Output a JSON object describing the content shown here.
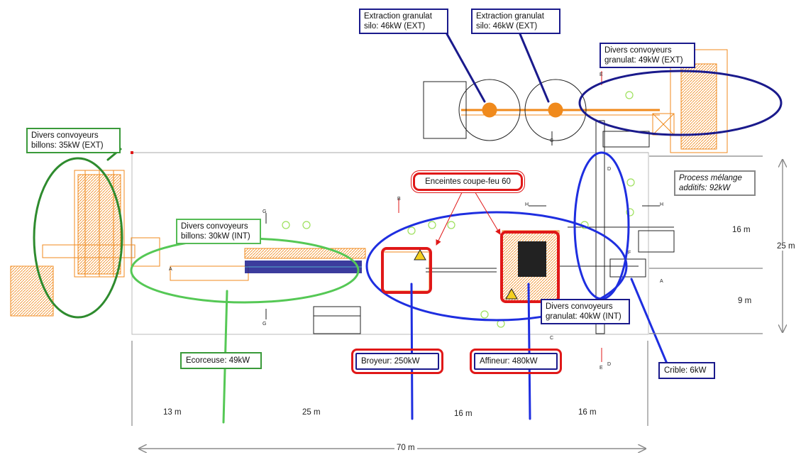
{
  "labels": {
    "extraction_1": [
      "Extraction granulat",
      "silo: 46kW (EXT)"
    ],
    "extraction_2": [
      "Extraction granulat",
      "silo: 46kW (EXT)"
    ],
    "conv_granulat_ext": [
      "Divers convoyeurs",
      "granulat: 49kW (EXT)"
    ],
    "conv_billons_ext": [
      "Divers convoyeurs",
      "billons: 35kW (EXT)"
    ],
    "process_melange": [
      "Process mélange",
      "additifs:  92kW"
    ],
    "enceintes": "Enceintes coupe-feu 60",
    "conv_billons_int": [
      "Divers convoyeurs",
      "billons: 30kW (INT)"
    ],
    "conv_granulat_int": [
      "Divers convoyeurs",
      "granulat: 40kW (INT)"
    ],
    "ecorceuse": "Ecorceuse: 49kW",
    "broyeur": "Broyeur: 250kW",
    "affineur": "Affineur: 480kW",
    "crible": "Crible: 6kW"
  },
  "dimensions": {
    "seg_13": "13 m",
    "seg_25": "25 m",
    "seg_16a": "16 m",
    "seg_16b": "16 m",
    "total_width": "70 m",
    "height_total": "25 m",
    "height_16": "16 m",
    "height_9": "9 m"
  },
  "section_marks": {
    "A": "A",
    "B": "B",
    "C": "C",
    "D": "D",
    "E": "E",
    "F": "F",
    "G": "G",
    "H": "H"
  },
  "colors": {
    "equipment": "#f08a1c",
    "blue_zone": "#1a1a8c",
    "bright_blue": "#1e2ee0",
    "green_zone": "#2e8b2e",
    "light_green": "#55c855",
    "fire_red": "#e01818",
    "grey": "#888888"
  }
}
